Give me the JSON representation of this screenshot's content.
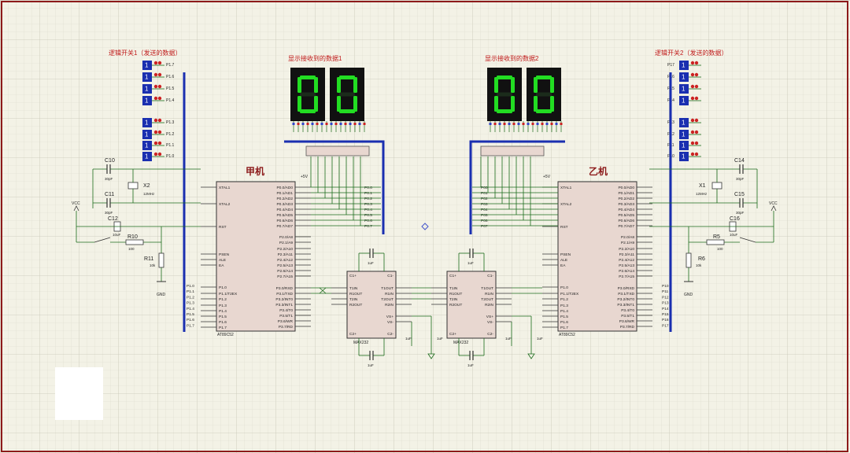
{
  "titles": {
    "switch1": "逻辑开关1（发送的数据）",
    "switch2": "逻辑开关2（发送的数据）",
    "display1": "显示接收到的数据1",
    "display2": "显示接收到的数据2",
    "mcu_a": "甲机",
    "mcu_b": "乙机"
  },
  "display_digits": {
    "d1": "00",
    "d2": "00"
  },
  "switch_bits": [
    1,
    1,
    1,
    1,
    1,
    1,
    1,
    1
  ],
  "left_switch_labels": [
    "P1.7",
    "P1.6",
    "P1.5",
    "P1.4",
    "P1.3",
    "P1.2",
    "P1.1",
    "P1.0"
  ],
  "right_switch_labels": [
    "P17",
    "P16",
    "P15",
    "P14",
    "P13",
    "P12",
    "P11",
    "P10"
  ],
  "mcu_pins_left": [
    "XTAL1",
    "XTAL2",
    "RST",
    "PSEN",
    "ALE",
    "EA",
    "P1.0",
    "P1.1/T2EX",
    "P1.2",
    "P1.3",
    "P1.4",
    "P1.5",
    "P1.6",
    "P1.7"
  ],
  "mcu_pins_right": [
    "P0.0/AD0",
    "P0.1/AD1",
    "P0.2/AD2",
    "P0.3/AD3",
    "P0.4/AD4",
    "P0.5/AD5",
    "P0.6/AD6",
    "P0.7/AD7",
    "P2.0/A8",
    "P2.1/A9",
    "P2.2/A10",
    "P2.3/A11",
    "P2.4/A12",
    "P2.5/A13",
    "P2.6/A14",
    "P2.7/A15",
    "P3.0/RXD",
    "P3.1/TXD",
    "P3.2/INT0",
    "P3.3/INT1",
    "P3.4/T0",
    "P3.5/T1",
    "P3.6/WR",
    "P3.7/RD"
  ],
  "mcu_part": "AT89C52",
  "bus_labels_a": [
    "P0.0",
    "P0.1",
    "P0.2",
    "P0.3",
    "P0.4",
    "P0.5",
    "P0.6",
    "P0.7"
  ],
  "bus_labels_b": [
    "P00",
    "P01",
    "P02",
    "P03",
    "P04",
    "P05",
    "P06",
    "P07"
  ],
  "port1_labels_a": [
    "P1.0",
    "P1.1",
    "P1.2",
    "P1.3",
    "P1.4",
    "P1.5",
    "P1.6",
    "P1.7"
  ],
  "port1_labels_b": [
    "P10",
    "P11",
    "P12",
    "P13",
    "P14",
    "P15",
    "P16",
    "P17"
  ],
  "max232": {
    "part": "MAX232",
    "pins_left": [
      "C1+",
      "C1-",
      "T1IN",
      "R1OUT",
      "T2IN",
      "R2OUT",
      "C2+",
      "C2-"
    ],
    "pins_right": [
      "T1OUT",
      "R1IN",
      "T2OUT",
      "R2IN",
      "VS+",
      "VS-"
    ],
    "cap": "1uF"
  },
  "left_components": {
    "c10": "C10",
    "c10_val": "30pF",
    "c11": "C11",
    "c11_val": "30pF",
    "x": "X2",
    "x_val": "12MHz",
    "c12": "C12",
    "c12_val": "10uF",
    "r10": "R10",
    "r10_val": "100",
    "r11": "R11",
    "r11_val": "10k",
    "vcc": "VCC",
    "gnd": "GND"
  },
  "right_components": {
    "c14": "C14",
    "c14_val": "30pF",
    "c15": "C15",
    "c15_val": "30pF",
    "x": "X1",
    "x_val": "12MHz",
    "c16": "C16",
    "c16_val": "10uF",
    "r5": "R5",
    "r5_val": "100",
    "r6": "R6",
    "r6_val": "10k",
    "vcc": "VCC",
    "gnd": "GND"
  },
  "plus5v": "+5V",
  "colors": {
    "background": "#f3f2e6",
    "grid": "#d6d5c6",
    "border": "#8c1a1a",
    "bus": "#1a2fb0",
    "wire": "#1a6a1a",
    "component": "#8c1a1a",
    "chip_fill": "#e8d7d0",
    "segment_on": "#22dd22",
    "display_bg": "#111111",
    "title": "#c01a1a"
  }
}
